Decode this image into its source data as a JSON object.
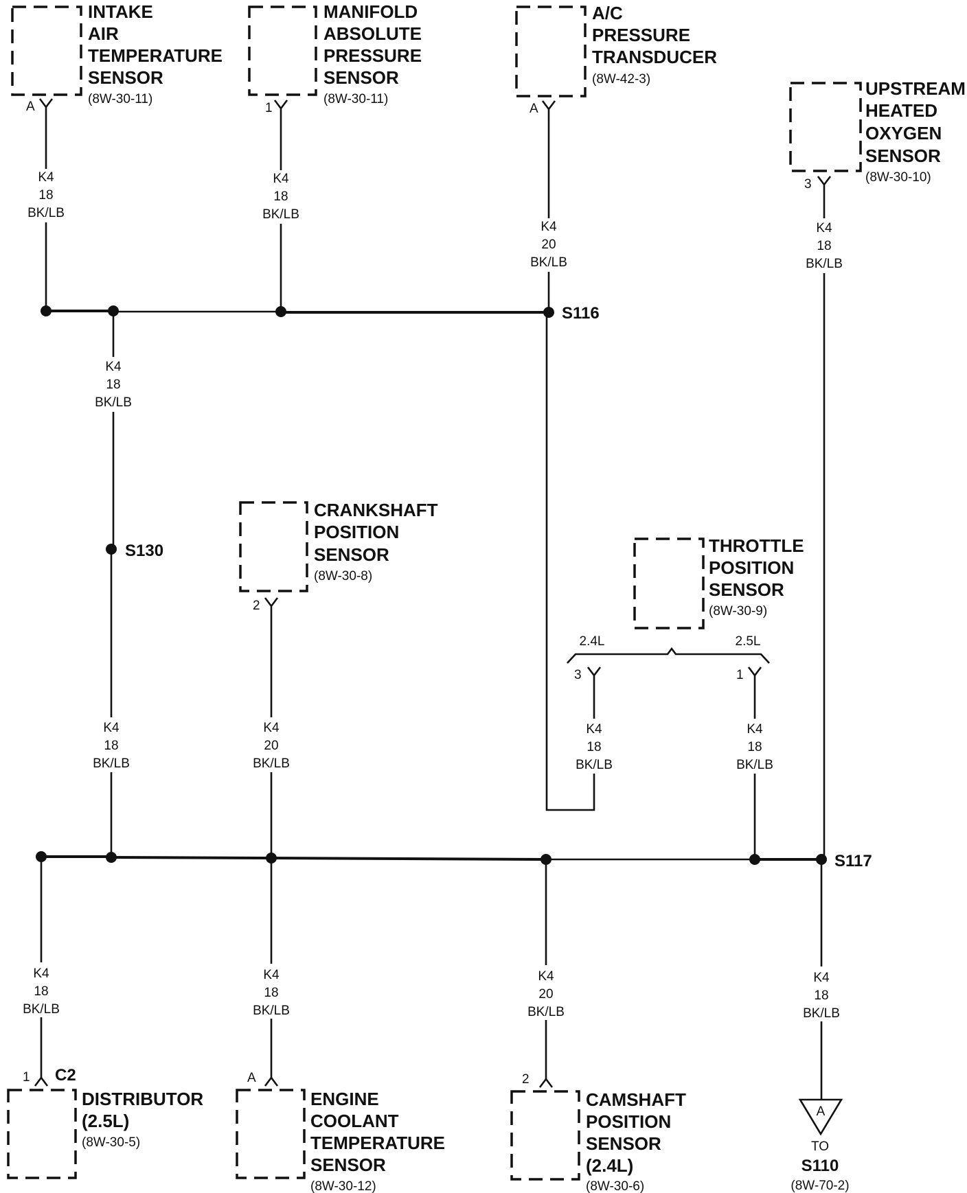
{
  "components": [
    {
      "id": "intake-air-temperature-sensor",
      "title": [
        "INTAKE",
        "AIR",
        "TEMPERATURE",
        "SENSOR"
      ],
      "ref": "(8W-30-11)",
      "pin": "A"
    },
    {
      "id": "manifold-absolute-pressure-sensor",
      "title": [
        "MANIFOLD",
        "ABSOLUTE",
        "PRESSURE",
        "SENSOR"
      ],
      "ref": "(8W-30-11)",
      "pin": "1"
    },
    {
      "id": "ac-pressure-transducer",
      "title": [
        "A/C",
        "PRESSURE",
        "TRANSDUCER"
      ],
      "ref": "(8W-42-3)",
      "pin": "A"
    },
    {
      "id": "upstream-heated-oxygen-sensor",
      "title": [
        "UPSTREAM",
        "HEATED",
        "OXYGEN",
        "SENSOR"
      ],
      "ref": "(8W-30-10)",
      "pin": "3"
    },
    {
      "id": "crankshaft-position-sensor",
      "title": [
        "CRANKSHAFT",
        "POSITION",
        "SENSOR"
      ],
      "ref": "(8W-30-8)",
      "pin": "2"
    },
    {
      "id": "throttle-position-sensor",
      "title": [
        "THROTTLE",
        "POSITION",
        "SENSOR"
      ],
      "ref": "(8W-30-9)",
      "variants": [
        {
          "engine": "2.4L",
          "pin": "3"
        },
        {
          "engine": "2.5L",
          "pin": "1"
        }
      ]
    },
    {
      "id": "distributor",
      "title": [
        "DISTRIBUTOR",
        "(2.5L)"
      ],
      "ref": "(8W-30-5)",
      "pin": "1",
      "connector": "C2"
    },
    {
      "id": "engine-coolant-temperature-sensor",
      "title": [
        "ENGINE",
        "COOLANT",
        "TEMPERATURE",
        "SENSOR"
      ],
      "ref": "(8W-30-12)",
      "pin": "A"
    },
    {
      "id": "camshaft-position-sensor",
      "title": [
        "CAMSHAFT",
        "POSITION",
        "SENSOR",
        "(2.4L)"
      ],
      "ref": "(8W-30-6)",
      "pin": "2"
    }
  ],
  "wires": [
    {
      "id": "iat",
      "circuit": "K4",
      "gauge": "18",
      "color": "BK/LB"
    },
    {
      "id": "map",
      "circuit": "K4",
      "gauge": "18",
      "color": "BK/LB"
    },
    {
      "id": "ac",
      "circuit": "K4",
      "gauge": "20",
      "color": "BK/LB"
    },
    {
      "id": "o2",
      "circuit": "K4",
      "gauge": "18",
      "color": "BK/LB"
    },
    {
      "id": "s116-s130",
      "circuit": "K4",
      "gauge": "18",
      "color": "BK/LB"
    },
    {
      "id": "s130-s117",
      "circuit": "K4",
      "gauge": "18",
      "color": "BK/LB"
    },
    {
      "id": "ckp",
      "circuit": "K4",
      "gauge": "20",
      "color": "BK/LB"
    },
    {
      "id": "tps-24",
      "circuit": "K4",
      "gauge": "18",
      "color": "BK/LB"
    },
    {
      "id": "tps-25",
      "circuit": "K4",
      "gauge": "18",
      "color": "BK/LB"
    },
    {
      "id": "dist",
      "circuit": "K4",
      "gauge": "18",
      "color": "BK/LB"
    },
    {
      "id": "ect",
      "circuit": "K4",
      "gauge": "18",
      "color": "BK/LB"
    },
    {
      "id": "cmp",
      "circuit": "K4",
      "gauge": "20",
      "color": "BK/LB"
    },
    {
      "id": "to-s110",
      "circuit": "K4",
      "gauge": "18",
      "color": "BK/LB"
    }
  ],
  "splices": {
    "s116": "S116",
    "s130": "S130",
    "s117": "S117"
  },
  "offpage": {
    "letter": "A",
    "to": "TO",
    "target": "S110",
    "ref": "(8W-70-2)"
  },
  "colors": {
    "line": "#111111",
    "background": "#ffffff"
  }
}
